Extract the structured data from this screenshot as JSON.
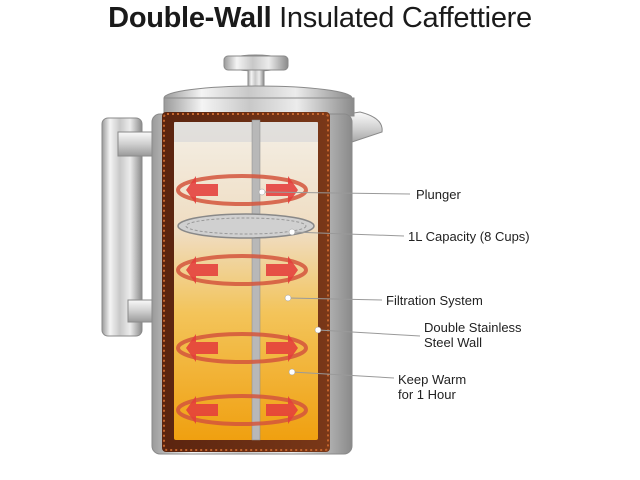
{
  "title": {
    "bold": "Double-Wall",
    "rest": "Insulated Caffettiere"
  },
  "callouts": [
    {
      "id": "plunger",
      "lines": [
        "Plunger"
      ]
    },
    {
      "id": "capacity",
      "lines": [
        "1L Capacity (8 Cups)"
      ]
    },
    {
      "id": "filtration",
      "lines": [
        "Filtration System"
      ]
    },
    {
      "id": "wall",
      "lines": [
        "Double Stainless",
        "Steel Wall"
      ]
    },
    {
      "id": "warm",
      "lines": [
        "Keep Warm",
        "for 1 Hour"
      ]
    }
  ],
  "colors": {
    "steel_light": "#f1f1f1",
    "steel_dark": "#8e8e8e",
    "wall_brown": "#6b2e14",
    "wall_orange": "#c4642c",
    "coffee_top": "#f3ece1",
    "coffee_bottom": "#f2a416",
    "arrow_red": "#e43d3b",
    "leader": "#9a9a9a"
  }
}
